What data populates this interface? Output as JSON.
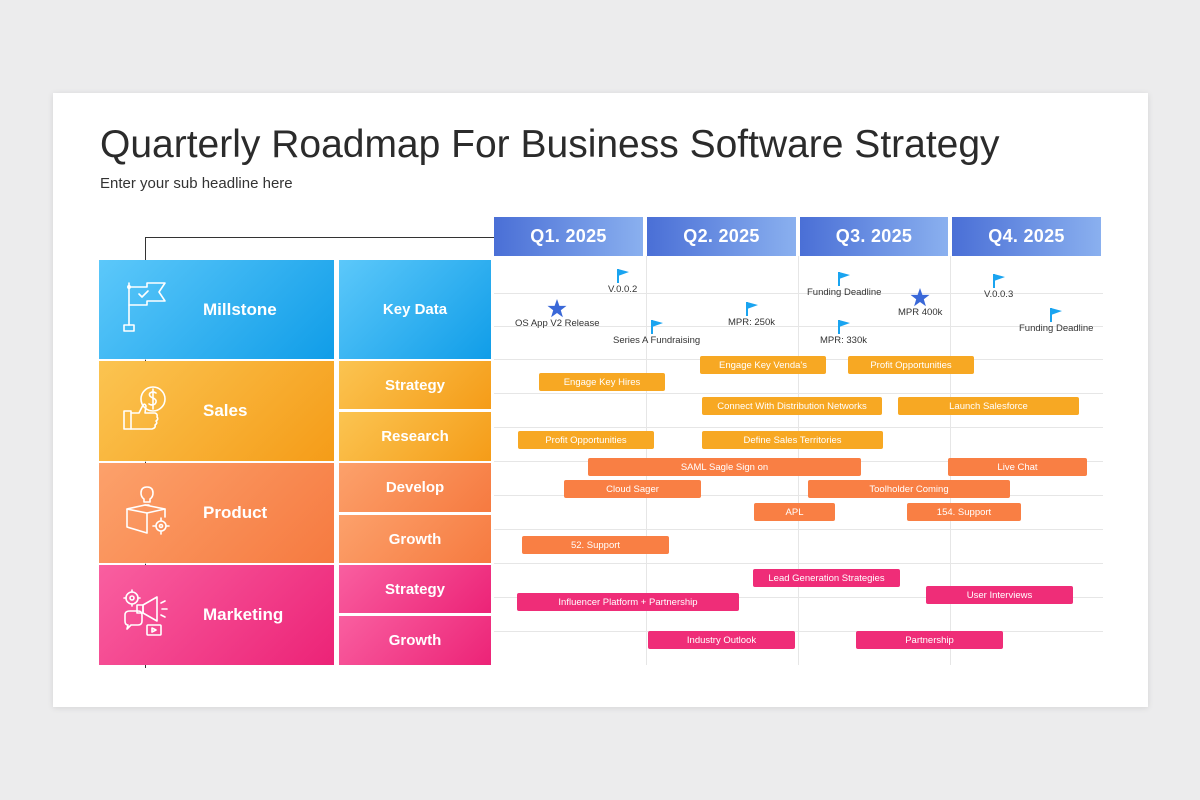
{
  "title": "Quarterly Roadmap For Business Software Strategy",
  "subtitle": "Enter your sub headline here",
  "quarters": [
    "Q1. 2025",
    "Q2. 2025",
    "Q3. 2025",
    "Q4. 2025"
  ],
  "categories": [
    {
      "label": "Millstone",
      "icon": "flag-icon",
      "rows": [
        "Key Data"
      ]
    },
    {
      "label": "Sales",
      "icon": "hand-dollar-icon",
      "rows": [
        "Strategy",
        "Research"
      ]
    },
    {
      "label": "Product",
      "icon": "box-lightbulb-icon",
      "rows": [
        "Develop",
        "Growth"
      ]
    },
    {
      "label": "Marketing",
      "icon": "megaphone-icon",
      "rows": [
        "Strategy",
        "Growth"
      ]
    }
  ],
  "milestones": [
    {
      "label": "V.0.0.2",
      "type": "flag"
    },
    {
      "label": "Funding Deadline",
      "type": "flag"
    },
    {
      "label": "V.0.0.3",
      "type": "flag"
    },
    {
      "label": "OS App V2 Release",
      "type": "star"
    },
    {
      "label": "MPR: 250k",
      "type": "flag"
    },
    {
      "label": "MPR 400k",
      "type": "star"
    },
    {
      "label": "Funding Deadline",
      "type": "flag"
    },
    {
      "label": "Series A Fundraising",
      "type": "flag"
    },
    {
      "label": "MPR: 330k",
      "type": "flag"
    }
  ],
  "tasks": [
    {
      "label": "Engage Key Venda's"
    },
    {
      "label": "Profit Opportunities"
    },
    {
      "label": "Engage Key Hires"
    },
    {
      "label": "Connect With Distribution Networks"
    },
    {
      "label": "Launch Salesforce"
    },
    {
      "label": "Profit Opportunities"
    },
    {
      "label": "Define Sales Territories"
    },
    {
      "label": "SAML Sagle Sign on"
    },
    {
      "label": "Live Chat"
    },
    {
      "label": "Cloud Sager"
    },
    {
      "label": "Toolholder Coming"
    },
    {
      "label": "APL"
    },
    {
      "label": "154. Support"
    },
    {
      "label": "52. Support"
    },
    {
      "label": "Lead Generation Strategies"
    },
    {
      "label": "Influencer Platform + Partnership"
    },
    {
      "label": "User Interviews"
    },
    {
      "label": "Industry Outlook"
    },
    {
      "label": "Partnership"
    }
  ],
  "colors": {
    "quarter": "#4a6fd6",
    "milestone_flag": "#1aa4f0",
    "milestone_star": "#3a68d8",
    "sales_bar": "#f7a823",
    "product_bar": "#f97f44",
    "marketing_bar": "#ef2d78"
  }
}
